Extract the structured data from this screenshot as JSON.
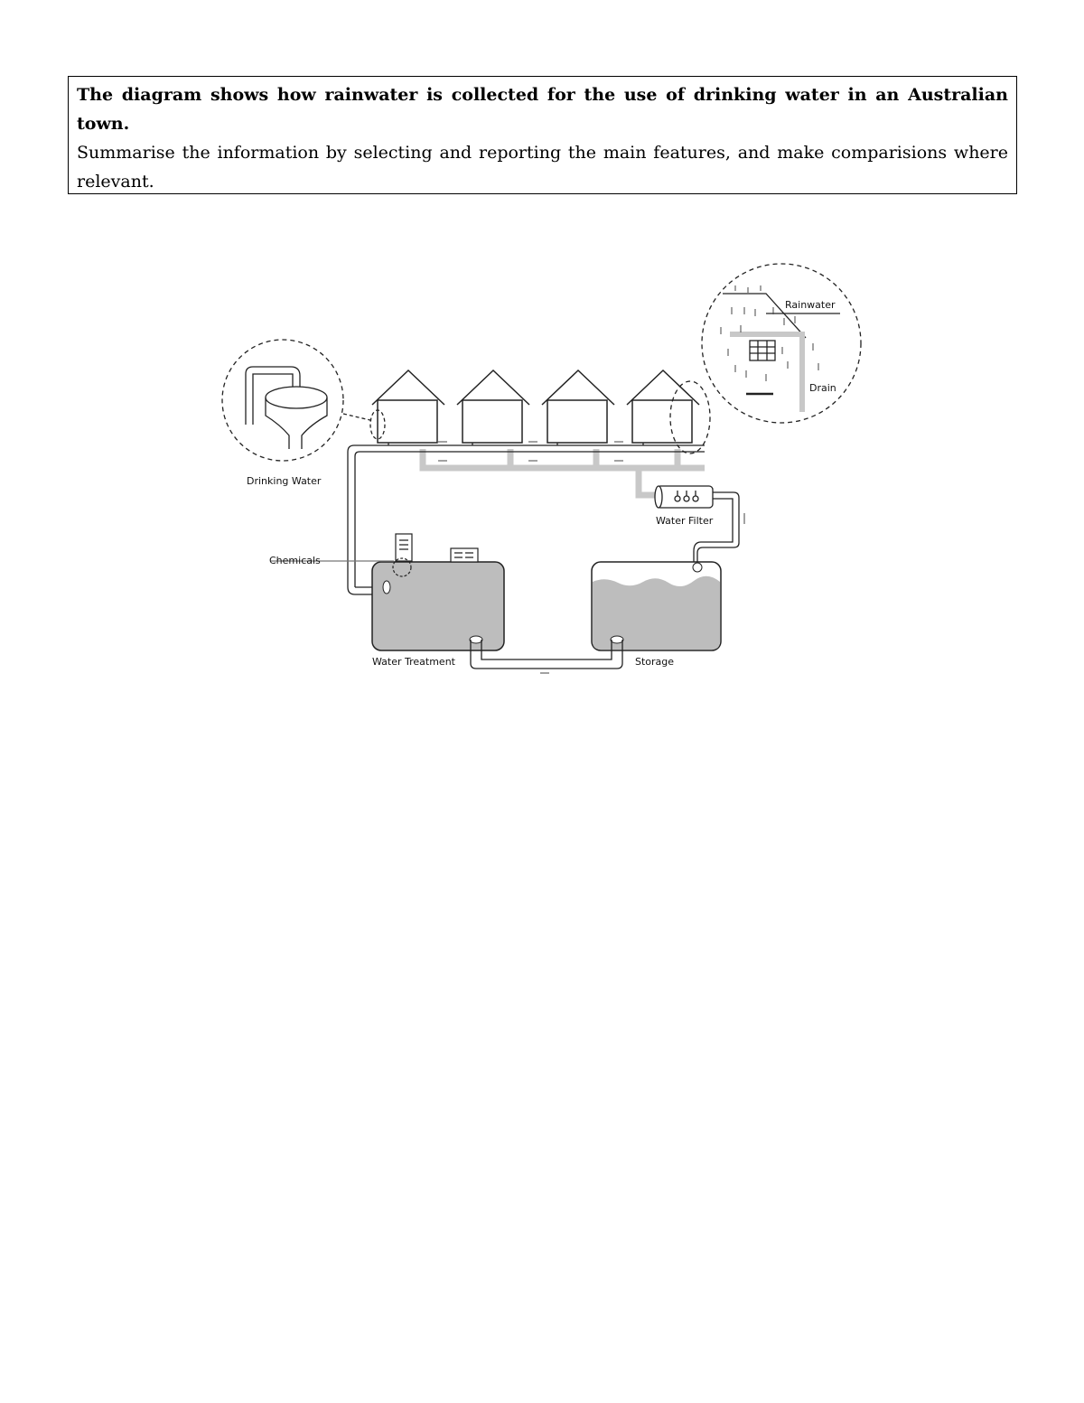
{
  "task": {
    "title": "The diagram shows how rainwater is collected for the use of drinking water in an Australian town.",
    "instruction": "Summarise the information by selecting and reporting the main features, and make comparisions where relevant."
  },
  "diagram": {
    "labels": {
      "drinking_water": "Drinking Water",
      "chemicals": "Chemicals",
      "water_filter": "Water Filter",
      "water_treatment": "Water Treatment",
      "storage": "Storage",
      "rainwater": "Rainwater",
      "drain": "Drain"
    },
    "colors": {
      "water": "#bdbdbd",
      "pipe_grey": "#c8c8c8",
      "line": "#222222"
    }
  }
}
